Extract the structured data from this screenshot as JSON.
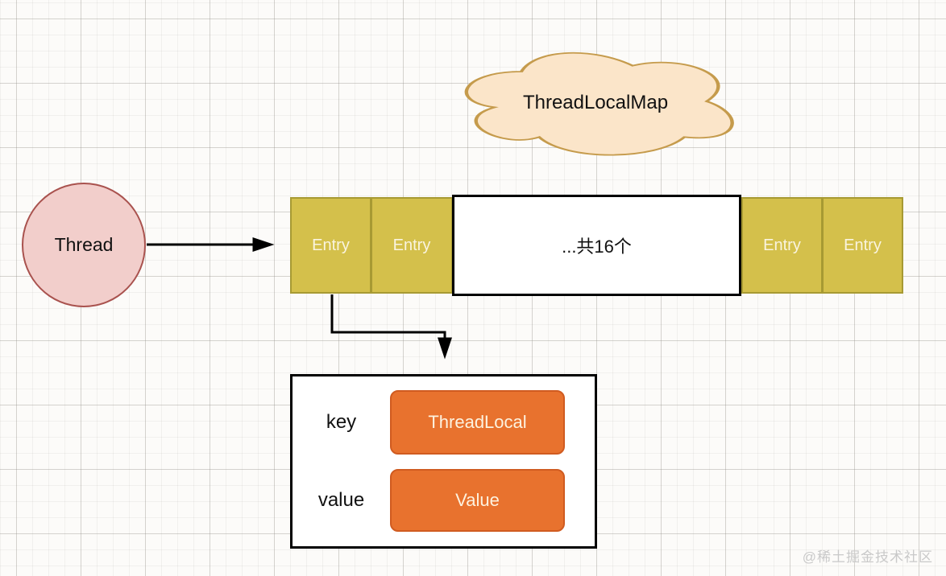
{
  "diagram": {
    "cloud": {
      "label": "ThreadLocalMap"
    },
    "thread_node": {
      "label": "Thread"
    },
    "entry_row": {
      "cells": [
        "Entry",
        "Entry",
        "...共16个",
        "Entry",
        "Entry"
      ]
    },
    "entry_detail": {
      "rows": [
        {
          "label": "key",
          "value": "ThreadLocal"
        },
        {
          "label": "value",
          "value": "Value"
        }
      ]
    },
    "watermark": "@稀土掘金技术社区"
  },
  "colors": {
    "cloud-fill": "#fbe5c9",
    "cloud-stroke": "#c59b4c",
    "circle-fill": "#f2cecb",
    "circle-stroke": "#a9524e",
    "entry-fill": "#d4c04b",
    "entry-stroke": "#a79a33",
    "entry-text": "#faf4df",
    "orange-fill": "#e8722e",
    "orange-stroke": "#d05b20",
    "orange-text": "#fdf2df",
    "arrow-color": "#000000",
    "watermark-color": "#c9c9c9"
  }
}
